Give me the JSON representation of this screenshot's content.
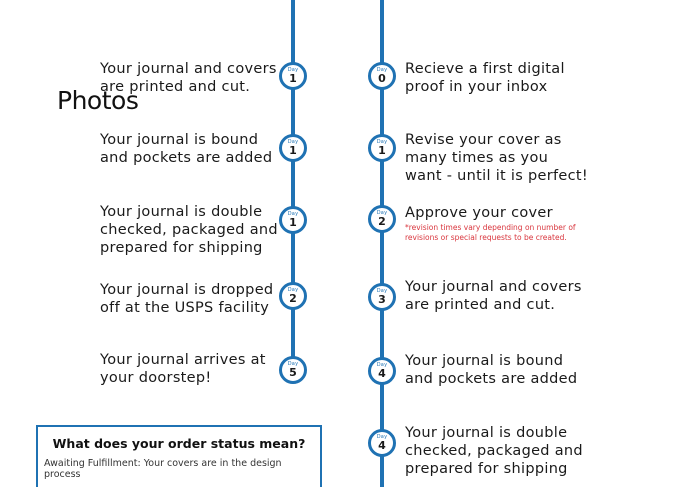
{
  "day_word": "Day",
  "photos_heading": "Photos",
  "left_steps": [
    {
      "day": "1",
      "lines": [
        "Your journal and covers",
        "are printed and cut."
      ]
    },
    {
      "day": "1",
      "lines": [
        "Your journal is bound",
        "and pockets are added"
      ]
    },
    {
      "day": "1",
      "lines": [
        "Your journal is double",
        "checked, packaged and",
        "prepared for shipping"
      ]
    },
    {
      "day": "2",
      "lines": [
        "Your journal is dropped",
        "off at the USPS facility"
      ]
    },
    {
      "day": "5",
      "lines": [
        "Your journal arrives at",
        "your doorstep!"
      ]
    }
  ],
  "right_steps": [
    {
      "day": "0",
      "lines": [
        "Recieve a first digital",
        "proof in your inbox"
      ]
    },
    {
      "day": "1",
      "lines": [
        "Revise your cover as",
        "many times as you",
        "want - until it is perfect!"
      ]
    },
    {
      "day": "2",
      "lines": [
        "Approve your cover"
      ],
      "note_lines": [
        "*revision times vary depending on number of",
        "revisions or special requests to be created."
      ]
    },
    {
      "day": "3",
      "lines": [
        "Your journal and covers",
        "are printed and cut."
      ]
    },
    {
      "day": "4",
      "lines": [
        "Your journal is bound",
        "and pockets are added"
      ]
    },
    {
      "day": "4",
      "lines": [
        "Your journal is double",
        "checked, packaged and",
        "prepared for shipping"
      ]
    }
  ],
  "status_box": {
    "title": "What does your order status mean?",
    "description": "Awaiting Fulfillment: Your covers are in the design process"
  },
  "colors": {
    "accent": "#1f72b3",
    "note": "#d9363e",
    "text": "#1a1a1a"
  }
}
